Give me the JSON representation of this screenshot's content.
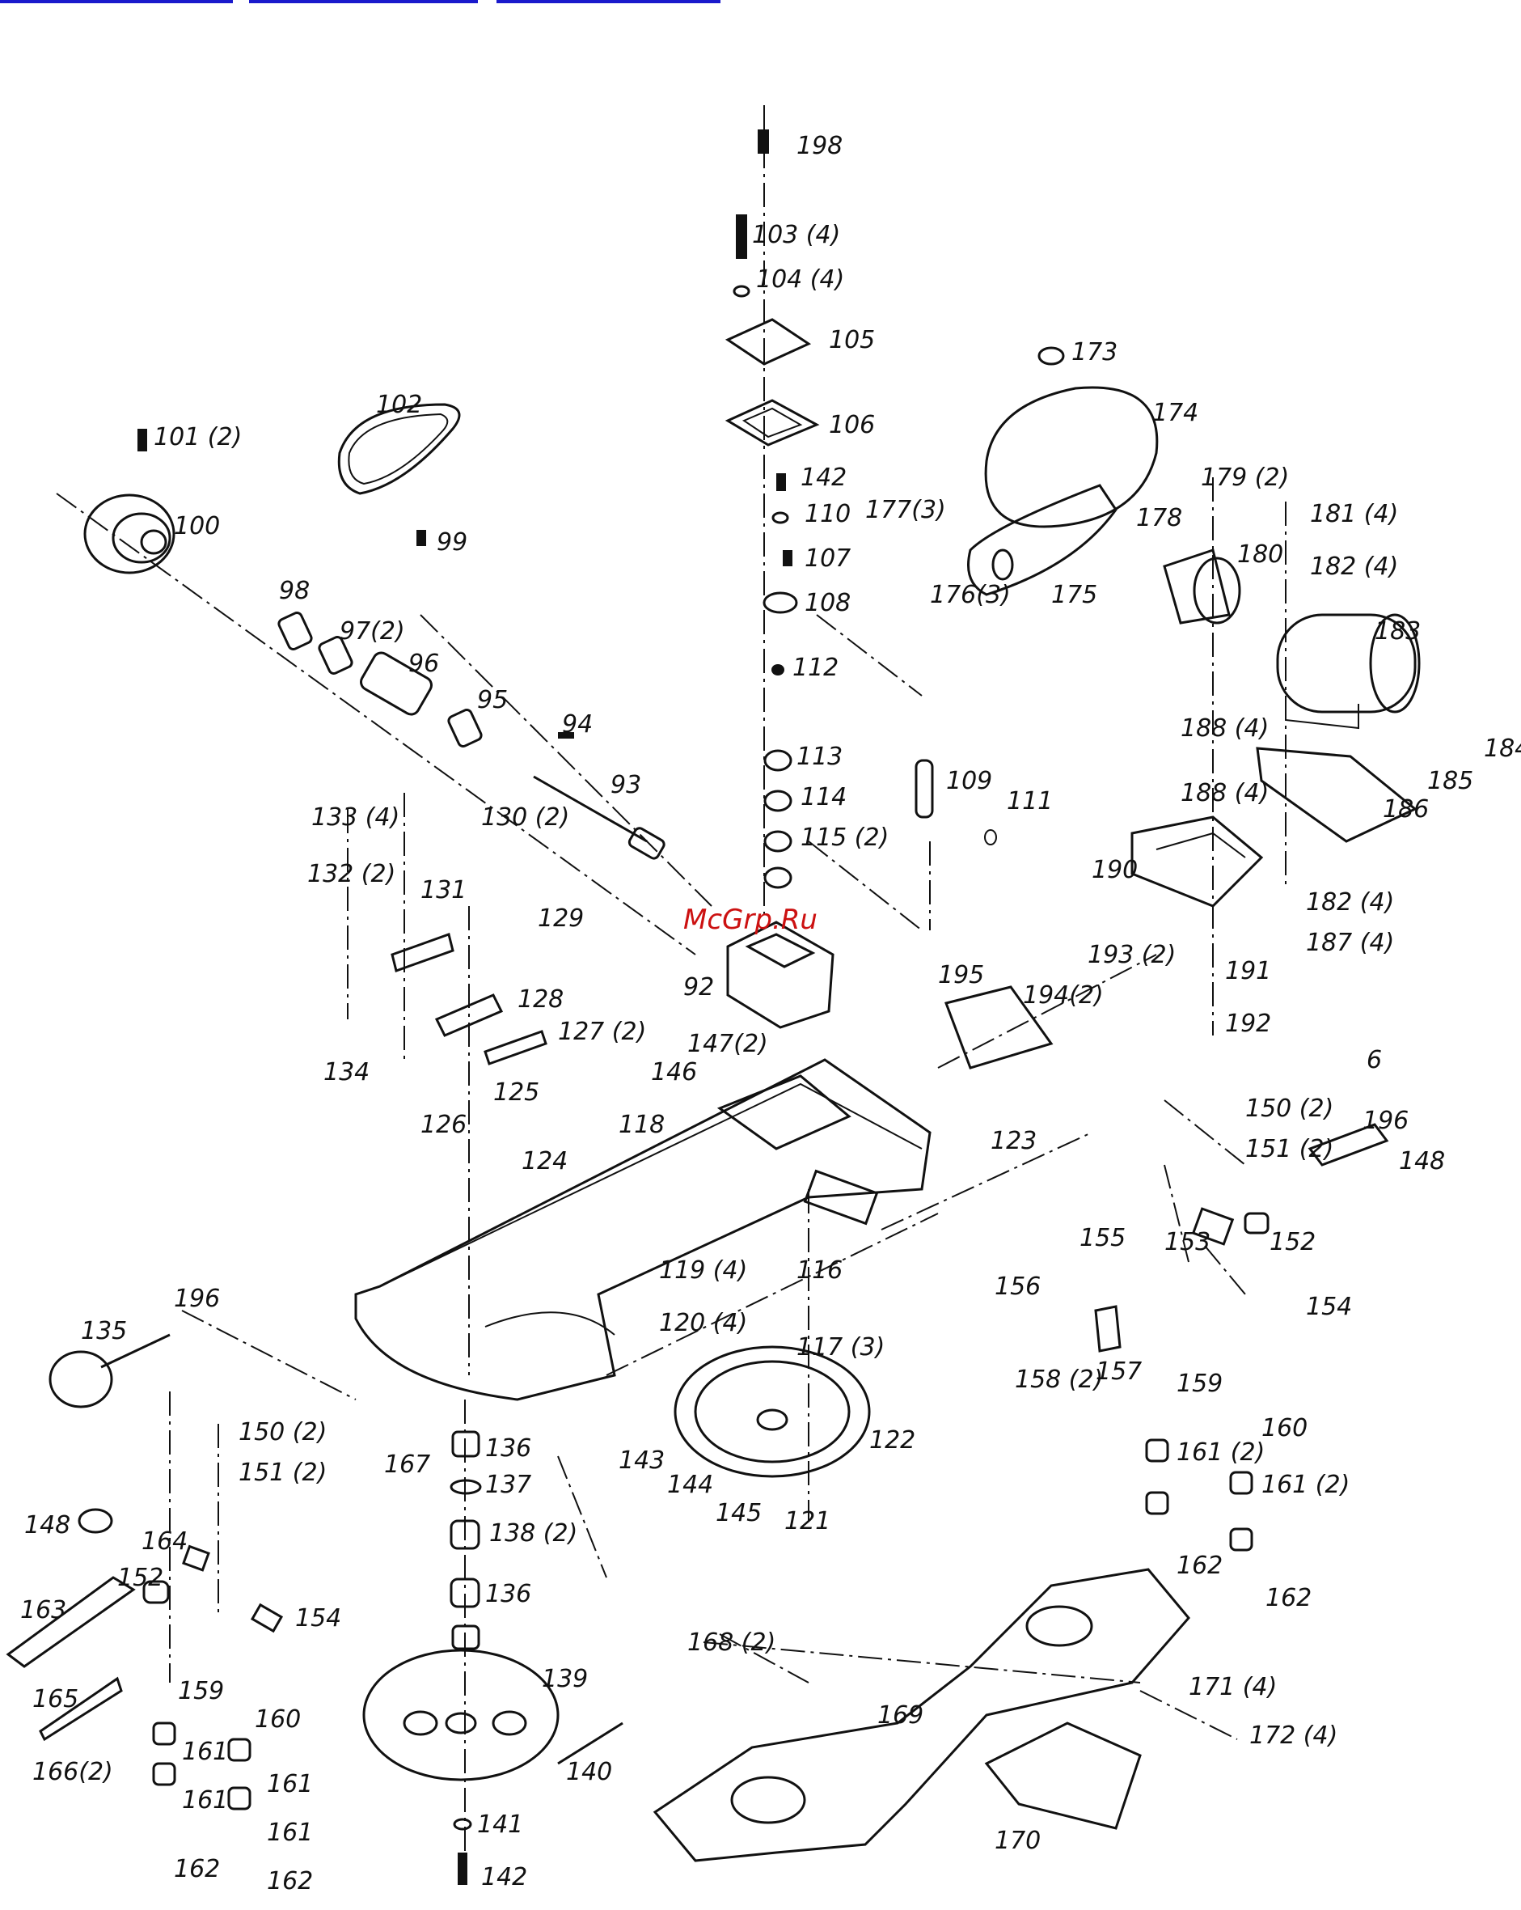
{
  "nav_tabs": [
    {
      "label": ""
    },
    {
      "label": ""
    },
    {
      "label": ""
    }
  ],
  "colors": {
    "link_underline": "#1a1acc",
    "line_art": "#111111",
    "watermark": "#cc1111"
  },
  "watermark": "McGrp.Ru",
  "callouts": {
    "c6": "6",
    "c92": "92",
    "c93": "93",
    "c94": "94",
    "c95": "95",
    "c96": "96",
    "c97": "97(2)",
    "c98": "98",
    "c99": "99",
    "c100": "100",
    "c101": "101 (2)",
    "c102": "102",
    "c103": "103 (4)",
    "c104": "104 (4)",
    "c105": "105",
    "c106": "106",
    "c107": "107",
    "c108": "108",
    "c109": "109",
    "c110": "110",
    "c111": "111",
    "c112": "112",
    "c113": "113",
    "c114": "114",
    "c115": "115 (2)",
    "c116": "116",
    "c117": "117 (3)",
    "c118": "118",
    "c119": "119 (4)",
    "c120": "120 (4)",
    "c121": "121",
    "c122": "122",
    "c123": "123",
    "c124": "124",
    "c125": "125",
    "c126": "126",
    "c127": "127 (2)",
    "c128": "128",
    "c129": "129",
    "c130": "130 (2)",
    "c131": "131",
    "c132": "132 (2)",
    "c133": "133 (4)",
    "c134": "134",
    "c135": "135",
    "c136a": "136",
    "c136b": "136",
    "c137": "137",
    "c138": "138 (2)",
    "c139": "139",
    "c140": "140",
    "c141": "141",
    "c142a": "142",
    "c142b": "142",
    "c143": "143",
    "c144": "144",
    "c145": "145",
    "c146": "146",
    "c147": "147(2)",
    "c148a": "148",
    "c148b": "148",
    "c150a": "150 (2)",
    "c150b": "150 (2)",
    "c151a": "151 (2)",
    "c151b": "151 (2)",
    "c152a": "152",
    "c152b": "152",
    "c153": "153",
    "c154a": "154",
    "c154b": "154",
    "c155": "155",
    "c156": "156",
    "c157": "157",
    "c158": "158 (2)",
    "c159a": "159",
    "c159b": "159",
    "c160a": "160",
    "c160b": "160",
    "c161a": "161 (2)",
    "c161b": "161 (2)",
    "c161c": "161",
    "c161d": "161",
    "c161e": "161",
    "c161f": "161",
    "c162a": "162",
    "c162b": "162",
    "c162c": "162",
    "c162d": "162",
    "c163": "163",
    "c164": "164",
    "c165": "165",
    "c166": "166(2)",
    "c167": "167",
    "c168": "168 (2)",
    "c169": "169",
    "c170": "170",
    "c171": "171 (4)",
    "c172": "172 (4)",
    "c173": "173",
    "c174": "174",
    "c175": "175",
    "c176": "176(3)",
    "c177": "177(3)",
    "c178": "178",
    "c179": "179 (2)",
    "c180": "180",
    "c181": "181 (4)",
    "c182a": "182 (4)",
    "c182b": "182 (4)",
    "c183": "183",
    "c184": "184",
    "c185": "185",
    "c186": "186",
    "c187": "187 (4)",
    "c188a": "188 (4)",
    "c188b": "188 (4)",
    "c190": "190",
    "c191": "191",
    "c192": "192",
    "c193": "193 (2)",
    "c194": "194(2)",
    "c195": "195",
    "c196a": "196",
    "c196b": "196",
    "c198": "198"
  }
}
